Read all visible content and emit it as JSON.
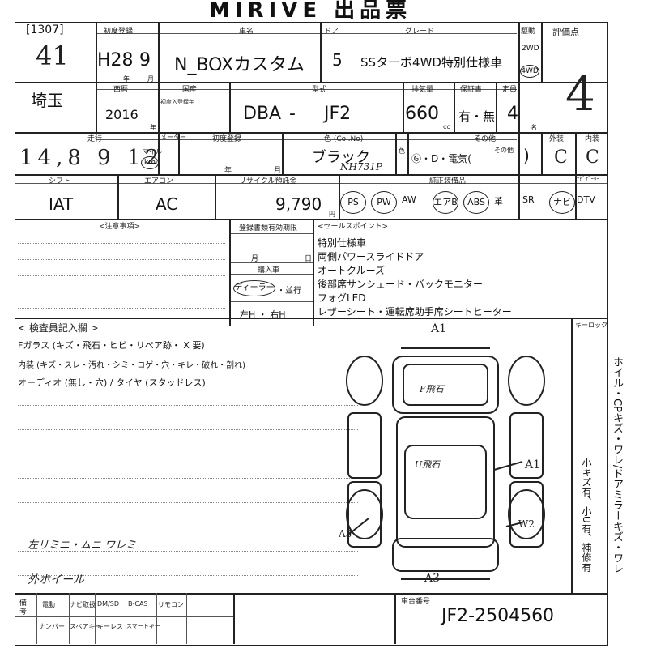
{
  "header": {
    "title": "MIRIVE 出品票"
  },
  "lot": {
    "number": "[1307]",
    "grade_score": "41",
    "region": "埼玉"
  },
  "labels": {
    "first_reg": "初度登録",
    "model": "車名",
    "door": "ドア",
    "grade": "グレード",
    "drive": "駆動",
    "rating": "評価点",
    "year": "年",
    "month": "月",
    "western_year": "西暦",
    "import_year": "国産",
    "import_sub": "初度入登録年",
    "type": "型式",
    "displacement": "排気量",
    "inspection": "保証書",
    "capacity": "定員",
    "mileage": "走行",
    "color": "色 (Col.No)",
    "exterior": "外装",
    "interior": "内装",
    "shift": "シフト",
    "aircon": "エアコン",
    "recycle": "リサイクル預託金",
    "equipment": "純正装備品",
    "nav": "ﾅﾋﾞｹﾞｰﾀｰ",
    "notes": "<注意事項>",
    "registration": "登録書類有効期限",
    "purchase": "購入車",
    "sale_points": "<セールスポイント>",
    "inspector": "< 検査員記入欄 >",
    "keylock": "キーロック",
    "cc": "cc",
    "name_unit": "名",
    "yen": "円",
    "mile_unit": "マイル",
    "km_unit": "km",
    "yr": "年",
    "mo": "月",
    "day": "日",
    "other": "その他",
    "color_small": "色",
    "chassis": "車台番号",
    "meter": "メーター",
    "bottom_top": [
      "電動",
      "ナビ取扱",
      "DM/SD",
      "B-CAS",
      "リモコン"
    ],
    "bottom_bottom": [
      "ナンバー",
      "スペアキー",
      "キーレス",
      "スマートキー"
    ],
    "bottom_side": "備考"
  },
  "vehicle": {
    "era_year": "H28",
    "month": "9",
    "model_name": "N_BOXカスタム",
    "doors": "5",
    "grade": "SSターボ4WD特別仕様車",
    "drive_2wd": "2WD",
    "drive_4wd": "4WD",
    "year": "2016",
    "type_prefix": "DBA",
    "type_dash": "-",
    "type_code": "JF2",
    "displacement": "660",
    "inspection_yes_no": "有・無",
    "capacity": "4",
    "mileage": "14,8 9 12",
    "color": "ブラック",
    "color_no": "NH731P",
    "fuel": "Ⓖ・D・電気(",
    "fuel_close": ")",
    "shift": "IAT",
    "aircon": "AC",
    "recycle": "9,790",
    "exterior_grade": "C",
    "interior_grade": "C",
    "rating": "4",
    "chassis_number": "JF2-2504560"
  },
  "equipment": [
    "PS",
    "PW",
    "AW",
    "エアB",
    "ABS",
    "革",
    "SR",
    "ナビ",
    "DTV"
  ],
  "equipment_circled": [
    true,
    true,
    false,
    true,
    true,
    false,
    false,
    true,
    false
  ],
  "purchase": {
    "dealer": "ディーラー",
    "parallel": "・並行",
    "left": "左H ・ 右H"
  },
  "sale_points": [
    "特別仕様車",
    "両側パワースライドドア",
    "オートクルーズ",
    "後部席サンシェード・バックモニター",
    "フォグLED",
    "レザーシート・運転席助手席シートヒーター"
  ],
  "inspector_notes": [
    "Fガラス (キズ・飛石・ヒビ・リペア跡・ X 要)",
    "内装 (キズ・スレ・汚れ・シミ・コゲ・穴・キレ・破れ・剖れ)",
    "オーディオ (無し・穴) / タイヤ (スタッドレス)"
  ],
  "handwritten": {
    "note1": "左リミニ・ムニ ワレミ",
    "note2": "外ホイール",
    "front_glass": "F飛石",
    "rear_glass": "U飛石",
    "mark_a1_top": "A1",
    "mark_a1_side": "A1",
    "mark_a3_left": "A3",
    "mark_a3_bottom": "A3",
    "mark_w2": "W2"
  },
  "side_notes": {
    "col1": "ホイル・CPキズ・ワレ/ドアミラーキズ・ワレ",
    "col2": "小キズ有、小U有、補修有"
  }
}
